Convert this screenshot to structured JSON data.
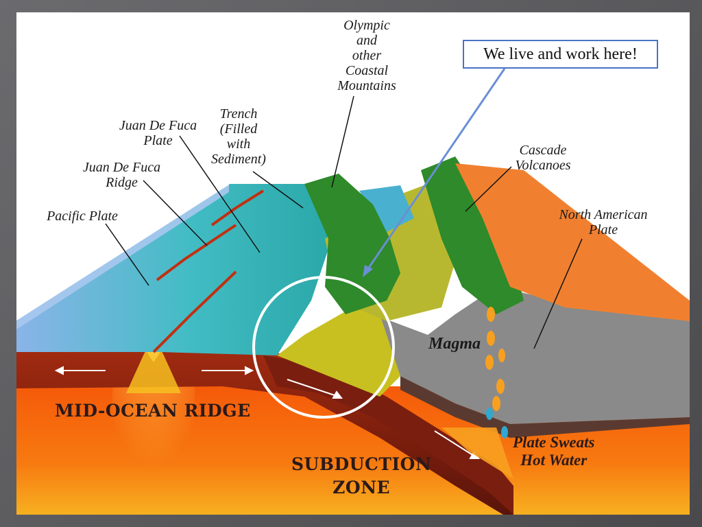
{
  "labels": {
    "olympic": "Olympic\nand\nother\nCoastal\nMountains",
    "trench": "Trench\n(Filled\nwith\nSediment)",
    "jdf_plate": "Juan De Fuca\nPlate",
    "jdf_ridge": "Juan De Fuca\nRidge",
    "pacific_plate": "Pacific Plate",
    "cascade": "Cascade\nVolcanoes",
    "north_american": "North American\nPlate",
    "magma": "Magma",
    "mid_ocean_ridge": "MID-OCEAN RIDGE",
    "subduction": "SUBDUCTION\nZONE",
    "plate_sweats": "Plate Sweats\nHot Water"
  },
  "callout": {
    "text": "We live and work here!",
    "border_color": "#4a72c4"
  },
  "colors": {
    "ocean": "#3cb8c0",
    "mantle": "#f26a10",
    "crust": "#7a1e10",
    "forest": "#2e8a2a",
    "sediment": "#c8c020",
    "continent": "#8a8a8a",
    "cascade": "#f08030"
  }
}
